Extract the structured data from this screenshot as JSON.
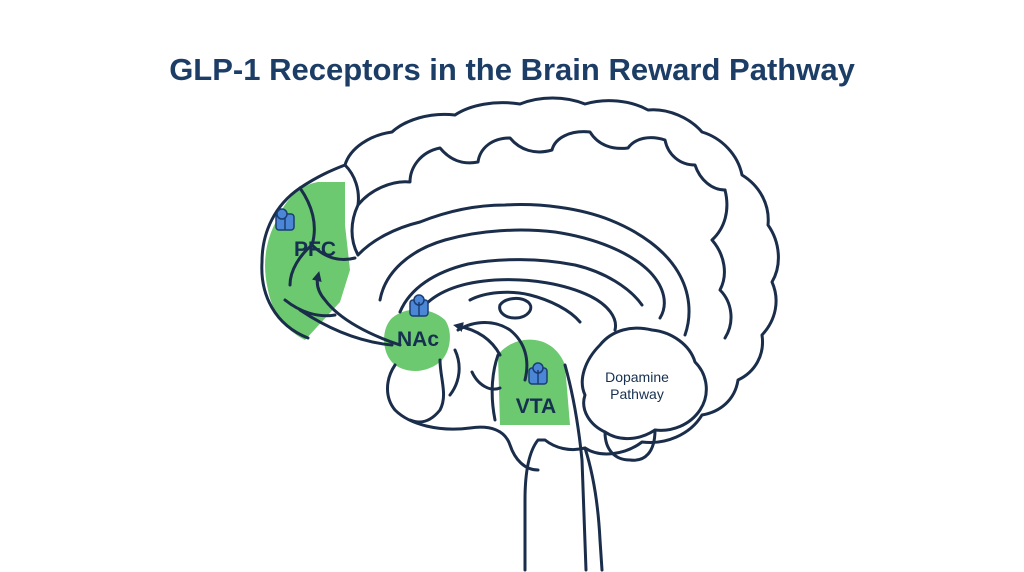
{
  "title": "GLP-1 Receptors in the Brain Reward Pathway",
  "regions": {
    "pfc": {
      "label": "PFC"
    },
    "nac": {
      "label": "NAc"
    },
    "vta": {
      "label": "VTA"
    }
  },
  "pathway_note": {
    "line1": "Dopamine",
    "line2": "Pathway"
  },
  "colors": {
    "region_fill": "#6cc96f",
    "outline": "#1a2d4a",
    "title": "#1c3d66",
    "receptor": "#4b87d6"
  },
  "icons": [
    "glp1-receptor-icon",
    "arrow-icon"
  ]
}
